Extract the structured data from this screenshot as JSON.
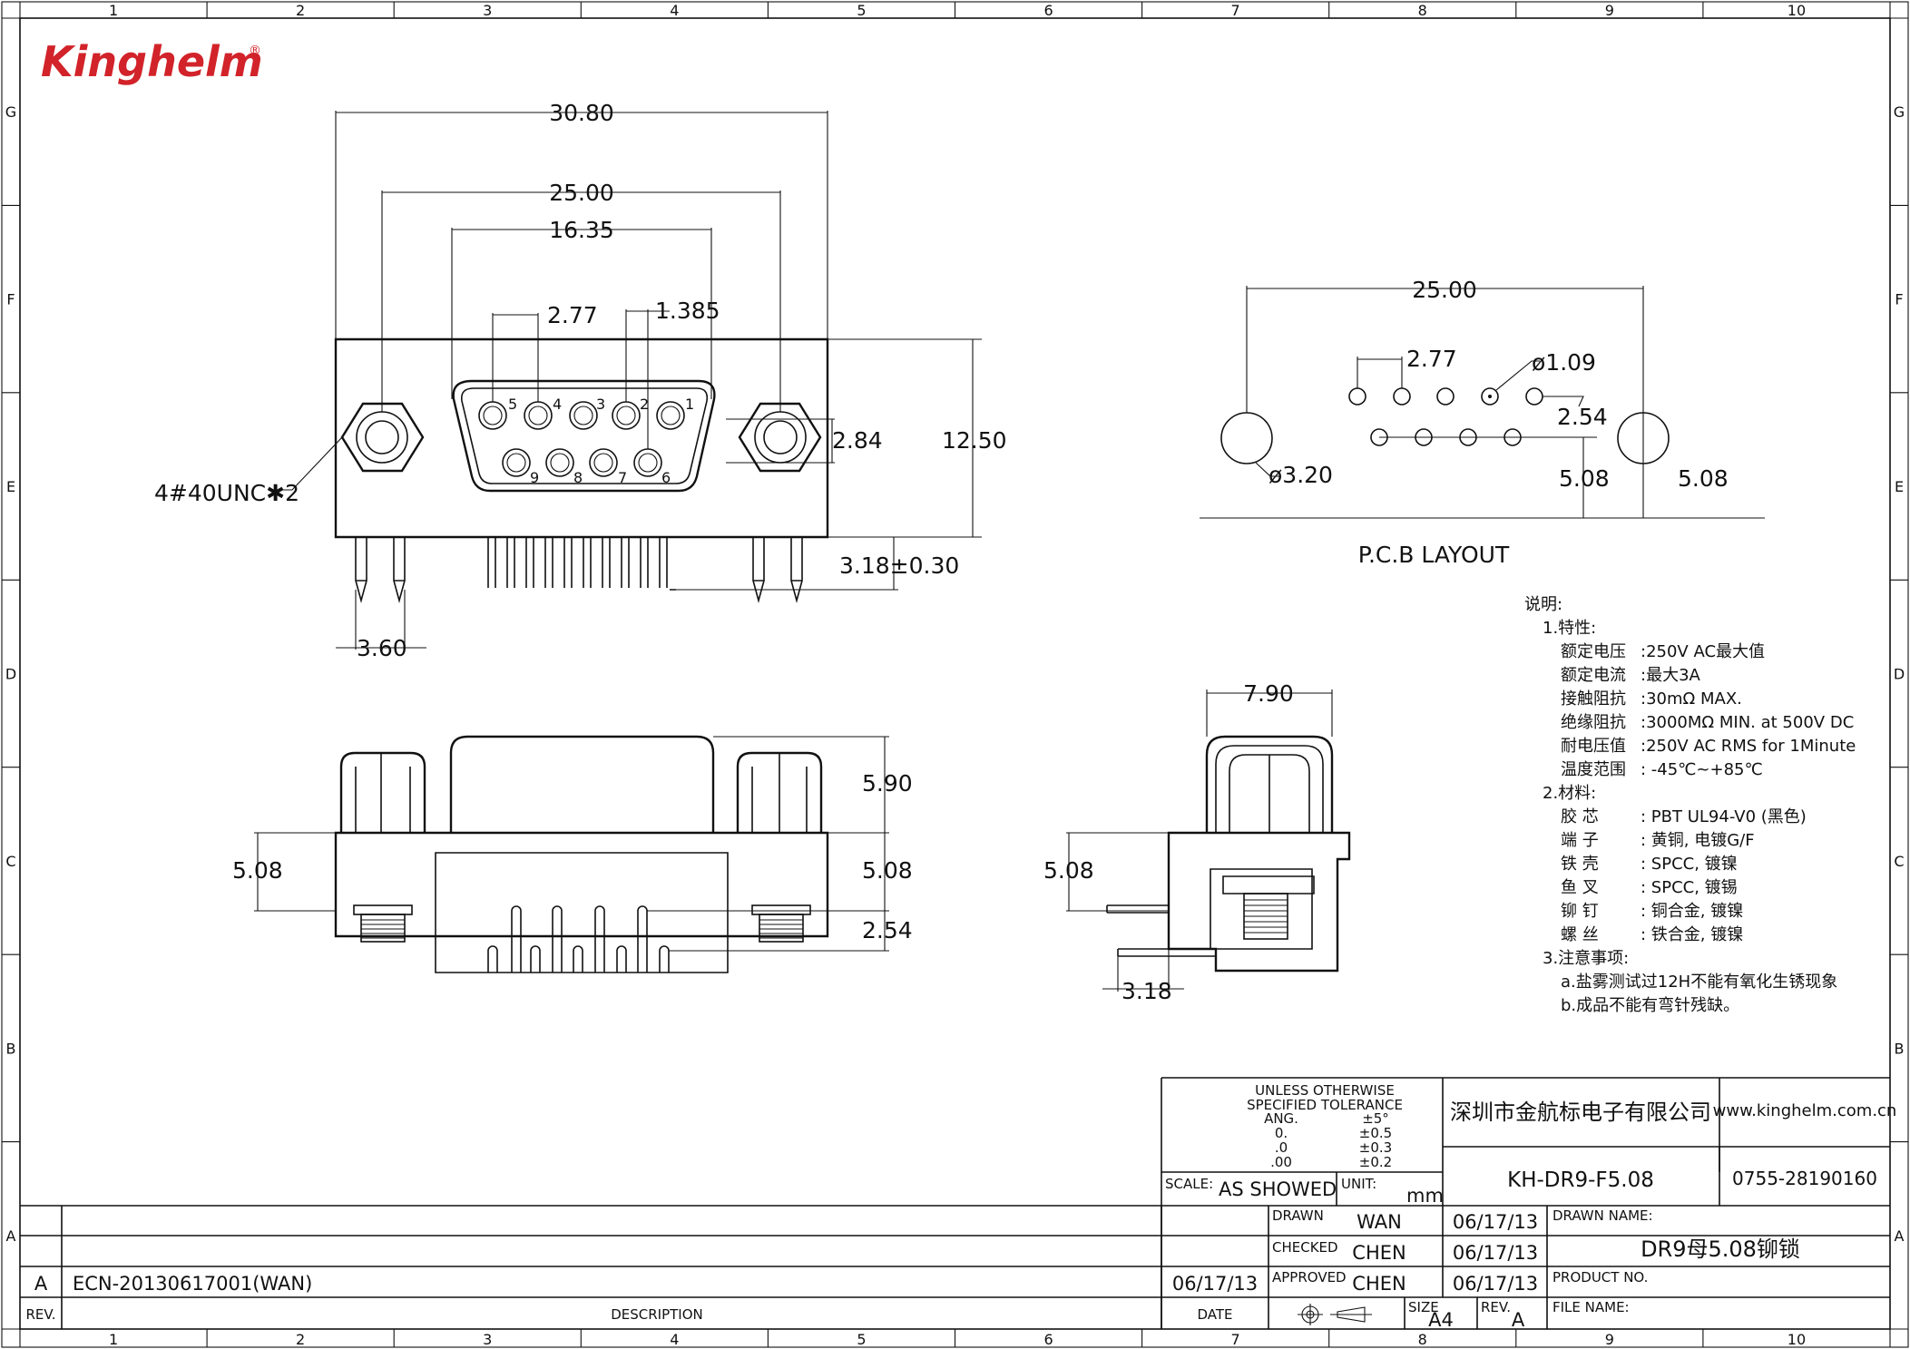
{
  "logo": {
    "text": "Kinghelm",
    "registered": "®"
  },
  "border": {
    "columns": [
      "1",
      "2",
      "3",
      "4",
      "5",
      "6",
      "7",
      "8",
      "9",
      "10"
    ],
    "rows": [
      "G",
      "F",
      "E",
      "D",
      "C",
      "B",
      "A"
    ]
  },
  "front_view": {
    "dims": {
      "overall_width": "30.80",
      "mount_hole_pitch": "25.00",
      "shell_width": "16.35",
      "pin_pitch": "2.77",
      "row_offset": "1.385",
      "row_spacing": "2.84",
      "height": "12.50",
      "pin_length": "3.18±0.30",
      "leg_width": "3.60"
    },
    "thread_note": "4#40UNC✱2",
    "pin_numbers_top": [
      "5",
      "4",
      "3",
      "2",
      "1"
    ],
    "pin_numbers_bottom": [
      "9",
      "8",
      "7",
      "6"
    ]
  },
  "pcb_layout": {
    "title": "P.C.B LAYOUT",
    "dims": {
      "mount_pitch": "25.00",
      "pin_pitch": "2.77",
      "pin_hole_dia": "ø1.09",
      "row_offset": "2.54",
      "mount_hole_dia": "ø3.20",
      "row_to_edge": "5.08",
      "mount_to_edge": "5.08"
    }
  },
  "bottom_view": {
    "dims": {
      "height_top": "5.90",
      "left_height": "5.08",
      "right_height": "5.08",
      "pin_row": "2.54"
    }
  },
  "side_view": {
    "dims": {
      "width": "7.90",
      "height": "5.08",
      "offset": "3.18"
    }
  },
  "notes": {
    "heading": "说明:",
    "sections": [
      {
        "title": "1.特性:",
        "items": [
          {
            "label": "额定电压",
            "value": ":250V AC最大值"
          },
          {
            "label": "额定电流",
            "value": ":最大3A"
          },
          {
            "label": "接触阻抗",
            "value": ":30mΩ  MAX."
          },
          {
            "label": "绝缘阻抗",
            "value": ":3000MΩ MIN.  at  500V DC"
          },
          {
            "label": "耐电压值",
            "value": ":250V AC RMS for 1Minute"
          },
          {
            "label": "温度范围",
            "value": ": -45℃~+85℃"
          }
        ]
      },
      {
        "title": "2.材料:",
        "items": [
          {
            "label": "胶 芯",
            "value": ": PBT UL94-V0 (黑色)"
          },
          {
            "label": "端 子",
            "value": ": 黄铜, 电镀G/F"
          },
          {
            "label": "铁 壳",
            "value": ": SPCC, 镀镍"
          },
          {
            "label": "鱼 叉",
            "value": ": SPCC, 镀锡"
          },
          {
            "label": "铆 钉",
            "value": ": 铜合金, 镀镍"
          },
          {
            "label": "螺 丝",
            "value": ": 铁合金, 镀镍"
          }
        ]
      },
      {
        "title": "3.注意事项:",
        "items": [
          {
            "label": "",
            "value": "a.盐雾测试过12H不能有氧化生锈现象"
          },
          {
            "label": "",
            "value": "b.成品不能有弯针残缺。"
          }
        ]
      }
    ]
  },
  "title_block": {
    "tolerance": {
      "heading_1": "UNLESS OTHERWISE",
      "heading_2": "SPECIFIED TOLERANCE",
      "rows": [
        {
          "k": "ANG.",
          "v": "±5°"
        },
        {
          "k": "0.",
          "v": "±0.5"
        },
        {
          "k": ".0",
          "v": "±0.3"
        },
        {
          "k": ".00",
          "v": "±0.2"
        }
      ]
    },
    "scale_label": "SCALE:",
    "scale_value": "AS SHOWED",
    "unit_label": "UNIT:",
    "unit_value": "mm",
    "company": "深圳市金航标电子有限公司",
    "website": "www.kinghelm.com.cn",
    "part_number": "KH-DR9-F5.08",
    "phone": "0755-28190160",
    "drawn_label": "DRAWN",
    "drawn_by": "WAN",
    "drawn_date": "06/17/13",
    "checked_label": "CHECKED",
    "checked_by": "CHEN",
    "checked_date": "06/17/13",
    "approved_label": "APPROVED",
    "approved_by": "CHEN",
    "approved_date": "06/17/13",
    "drawn_name_label": "DRAWN NAME:",
    "drawn_name": "DR9母5.08铆锁",
    "product_no_label": "PRODUCT NO.",
    "file_name_label": "FILE NAME:",
    "size_label": "SIZE",
    "size_value": "A4",
    "rev_label": "REV.",
    "rev_value": "A",
    "date_label": "DATE"
  },
  "revision_block": {
    "rev_col": "REV.",
    "description_col": "DESCRIPTION",
    "rev": "A",
    "description": "ECN-20130617001(WAN)",
    "date": "06/17/13"
  }
}
